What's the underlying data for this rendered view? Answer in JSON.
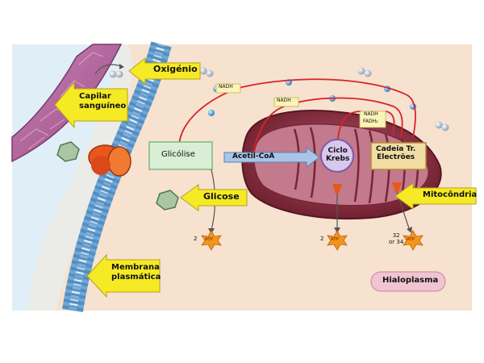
{
  "labels": {
    "oxigenio": "Oxigénio",
    "capilar": "Capilar\nsanguíneo",
    "glicolise": "Glicólise",
    "glicose": "Glicose",
    "acetil": "Acetil-CoA",
    "ciclo": "Ciclo\nKrebs",
    "cadeia": "Cadeia Tr.\nElectrões",
    "mitocondria": "Mitocôndria",
    "membrana": "Membrana\nplasmática",
    "hialoplasma": "Hialoplasma",
    "nadh": "NADH",
    "fadh2": "FADH₂",
    "atp": "ATP",
    "atp_count_glicolise": "2",
    "atp_count_krebs": "2",
    "atp_count_cadeia": "32\nor 34"
  },
  "colors": {
    "background_cytoplasm": "#f6e2cf",
    "extracellular": "#d9ecf5",
    "arrow_label_yellow": "#f5ea24",
    "glicolise_box": "#d8efd6",
    "glicolise_border": "#7fb77f",
    "mitochondrion": "#8a2b3a",
    "krebs_circle": "#d8c8ec",
    "cadeia_box": "#f1dda3",
    "hialoplasma_pill": "#f1c4d1",
    "pathway_red": "#d8222a",
    "atp_star": "#f1951c"
  }
}
